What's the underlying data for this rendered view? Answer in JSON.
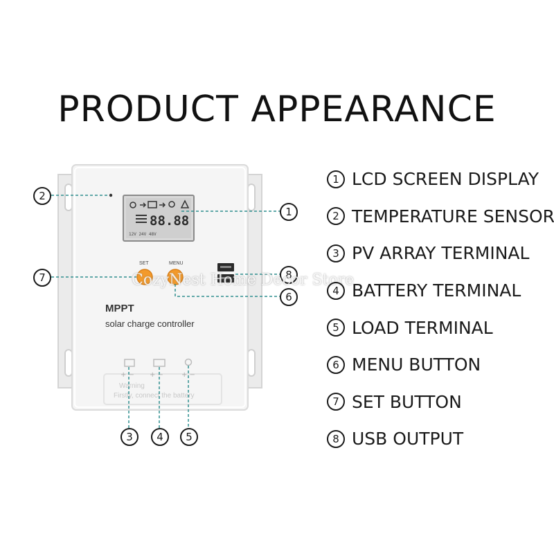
{
  "title": "PRODUCT APPEARANCE",
  "legend": [
    {
      "num": "1",
      "label": "LCD SCREEN DISPLAY"
    },
    {
      "num": "2",
      "label": "TEMPERATURE SENSOR"
    },
    {
      "num": "3",
      "label": "PV ARRAY TERMINAL"
    },
    {
      "num": "4",
      "label": "BATTERY TERMINAL"
    },
    {
      "num": "5",
      "label": "LOAD TERMINAL"
    },
    {
      "num": "6",
      "label": "MENU BUTTON"
    },
    {
      "num": "7",
      "label": "SET BUTTON"
    },
    {
      "num": "8",
      "label": "USB OUTPUT"
    }
  ],
  "device": {
    "brand": "MPPT",
    "subtitle": "solar charge controller",
    "set_label": "SET",
    "menu_label": "MENU",
    "lcd_digits": "88.88",
    "warning_title": "Warning",
    "warning_text": "Firstly, connect the battery",
    "lcd_tags": "12V 24V 48V"
  },
  "watermark": "CozyNest Home Decor Store",
  "colors": {
    "leader": "#2f8f8f",
    "button": "#f39a2b",
    "body": "#f4f4f4"
  }
}
